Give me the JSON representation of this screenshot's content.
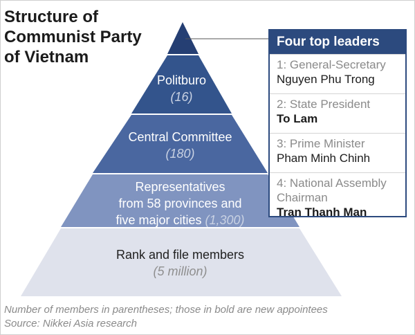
{
  "title": [
    "Structure of",
    "Communist Party",
    "of Vietnam"
  ],
  "pyramid": {
    "tiers": [
      {
        "label": "",
        "count": "",
        "color": "#253f73"
      },
      {
        "label": "Politburo",
        "count": "(16)",
        "color": "#33548c"
      },
      {
        "label": "Central Committee",
        "count": "(180)",
        "color": "#4a67a0"
      },
      {
        "label_lines": [
          "Representatives",
          "from 58 provinces and",
          "five major cities"
        ],
        "count": "(1,300)",
        "color": "#8094c0"
      },
      {
        "label": "Rank and file members",
        "count": "(5 million)",
        "color": "#dfe2ec"
      }
    ]
  },
  "leaders_box": {
    "header": "Four top leaders",
    "leaders": [
      {
        "role": "1: General-Secretary",
        "name": "Nguyen Phu Trong",
        "new": false
      },
      {
        "role": "2: State President",
        "name": "To Lam",
        "new": true
      },
      {
        "role": "3: Prime Minister",
        "name": "Pham Minh Chinh",
        "new": false
      },
      {
        "role_lines": [
          "4: National Assembly",
          "Chairman"
        ],
        "name": "Tran Thanh Man",
        "new": true
      }
    ]
  },
  "footnote": [
    "Number of members in parentheses; those in bold are new appointees",
    "Source: Nikkei Asia research"
  ]
}
